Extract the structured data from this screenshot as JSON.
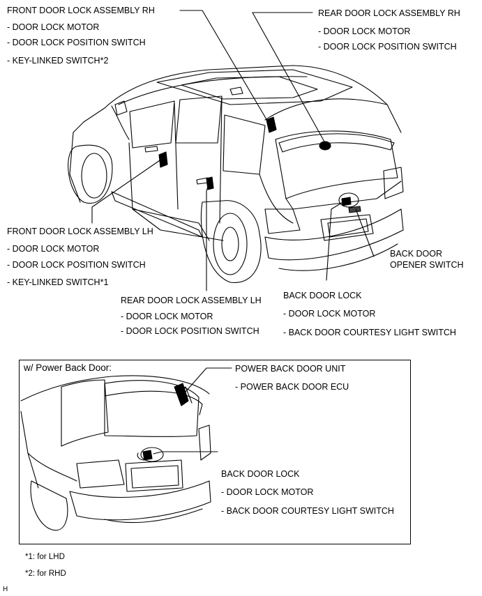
{
  "labels": {
    "front_rh_title": "FRONT DOOR LOCK ASSEMBLY RH",
    "front_rh_motor": "- DOOR LOCK MOTOR",
    "front_rh_switch": "- DOOR LOCK POSITION SWITCH",
    "front_rh_key": "- KEY-LINKED SWITCH*2",
    "rear_rh_title": "REAR DOOR LOCK ASSEMBLY RH",
    "rear_rh_motor": "- DOOR LOCK MOTOR",
    "rear_rh_switch": "- DOOR LOCK POSITION SWITCH",
    "front_lh_title": "FRONT DOOR LOCK ASSEMBLY LH",
    "front_lh_motor": "- DOOR LOCK MOTOR",
    "front_lh_switch": "- DOOR LOCK POSITION SWITCH",
    "front_lh_key": "- KEY-LINKED SWITCH*1",
    "rear_lh_title": "REAR DOOR LOCK ASSEMBLY LH",
    "rear_lh_motor": "- DOOR LOCK MOTOR",
    "rear_lh_switch": "- DOOR LOCK POSITION SWITCH",
    "opener_line1": "BACK DOOR",
    "opener_line2": "OPENER SWITCH",
    "back_lock_title": "BACK DOOR LOCK",
    "back_lock_motor": "- DOOR LOCK MOTOR",
    "back_lock_courtesy": "- BACK DOOR COURTESY LIGHT SWITCH"
  },
  "inset": {
    "header": "w/ Power Back Door:",
    "pbd_unit_title": "POWER BACK DOOR UNIT",
    "pbd_ecu": "- POWER BACK DOOR ECU",
    "back_lock_title": "BACK DOOR LOCK",
    "back_lock_motor": "- DOOR LOCK MOTOR",
    "back_lock_courtesy": "- BACK DOOR COURTESY LIGHT SWITCH"
  },
  "footnotes": {
    "note1": "*1: for LHD",
    "note2": "*2: for RHD",
    "corner_code": "H"
  }
}
